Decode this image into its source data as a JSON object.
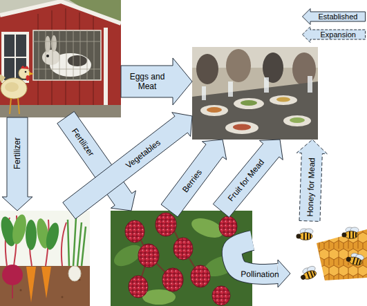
{
  "diagram": {
    "nodes": [
      {
        "text": []
      },
      {
        "text": []
      },
      {
        "text": []
      },
      {
        "text": []
      },
      {
        "text": []
      }
    ],
    "edges": [
      {
        "from": 0,
        "to": 1,
        "arrow": "to",
        "label": "Eggs and Meat"
      },
      {
        "from": 0,
        "to": 2,
        "arrow": "to",
        "label": "Fertilizer"
      },
      {
        "from": 0,
        "to": 3,
        "arrow": "to",
        "label": "Fertilizer"
      },
      {
        "from": 2,
        "to": 1,
        "arrow": "to",
        "label": "Vegetables"
      },
      {
        "from": 3,
        "to": 1,
        "arrow": "to",
        "label": "Berries"
      },
      {
        "from": 3,
        "to": 1,
        "arrow": "to",
        "label": "Fruit for Mead"
      },
      {
        "from": 4,
        "to": 1,
        "arrow": "to",
        "label": "Honey for Mead"
      },
      {
        "from": 3,
        "to": 4,
        "arrow": "to",
        "label": "Pollination"
      }
    ],
    "legend": [
      {
        "text": "Established"
      },
      {
        "text": "Expansion"
      }
    ]
  }
}
